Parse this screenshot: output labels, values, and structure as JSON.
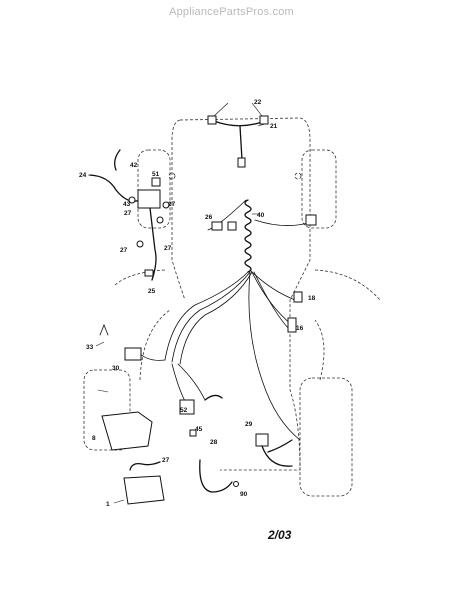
{
  "watermark": "AppliancePartsPros.com",
  "date_code": "2/03",
  "callouts": {
    "c22": "22",
    "c21": "21",
    "c24": "24",
    "c42": "42",
    "c51": "51",
    "c43": "43",
    "c27a": "27",
    "c27b": "27",
    "c27c": "27",
    "c27d": "27",
    "c26": "26",
    "c40": "40",
    "c25": "25",
    "c18": "18",
    "c16": "16",
    "c33": "33",
    "c30": "30",
    "c52": "52",
    "c45": "45",
    "c29": "29",
    "c8": "8",
    "c28": "28",
    "c27e": "27",
    "c1": "1",
    "c90": "90"
  }
}
